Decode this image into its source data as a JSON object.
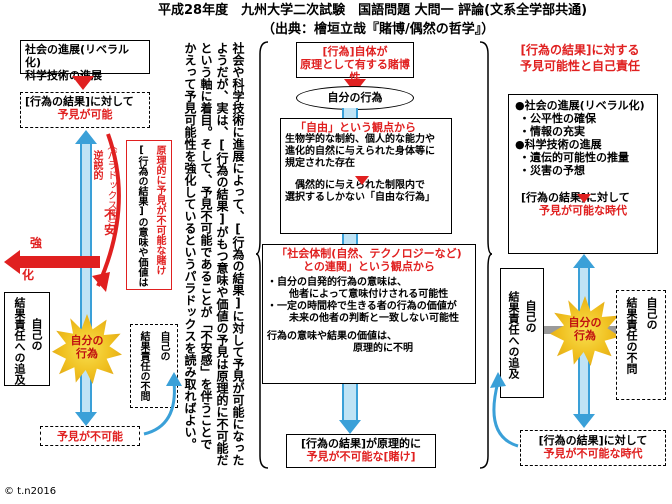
{
  "header": {
    "title": "平成28年度　九州大学二次試験　国語問題 大問一 評論(文系全学部共通)",
    "source": "（出典：檜垣立哉『賭博/偶然の哲学』）"
  },
  "left": {
    "top_box_line1": "社会の進展(リベラル化)",
    "top_box_line2": "科学技術の進展",
    "result_line1": "[行為の結果]に対して",
    "result_line2": "予見が可能",
    "paradox_label": "（パラドックス性）",
    "paradox_prefix": "逆説的",
    "anxiety": "不安",
    "strengthen_1": "強",
    "strengthen_2": "化",
    "side_box_line1": "[行為の結果]の意味や価値は",
    "side_box_line2": "原理的に予見が不可能な賭け",
    "pursuit": "結果責任への追及",
    "self_pursuit": "自己の",
    "center_label": "自分の行為",
    "self_responsibility_1": "自己の",
    "self_responsibility_2": "結果責任の不問",
    "bottom_box": "予見が不可能"
  },
  "center_text": {
    "col1": "社会や科学技術に進展によって、[行為の結果]に対して予見が可能になった",
    "col2": "ようだが、実は、[行為の結果]がもつ意味や価値の予見は原理的に不可能だ",
    "col3": "という軸に着目。そして、予見不可能であることが「不安感」を伴うことで",
    "col4": "かえって予見可能性を強化しているというパラドックスを読み取ればよい。"
  },
  "middle": {
    "top_title_1": "[行為]自体が",
    "top_title_2": "原理として有する賭博性",
    "oval": "自分の行為",
    "freedom_title": "「自由」という観点から",
    "freedom_1": "生物学的な制約、個人的な能力や",
    "freedom_2": "進化的自然に与えられた身体等に",
    "freedom_3": "規定された存在",
    "freedom_4": "偶然的に与えられた制限内で",
    "freedom_5": "選択するしかない「自由な行為」",
    "society_title_1": "「社会体制(自然、テクノロジーなど)",
    "society_title_2": "との連関」という観点から",
    "society_1": "・自分の自発的行為の意味は、",
    "society_2": "他者によって意味付けされる可能性",
    "society_3": "・一定の時間枠で生きる者の行為の価値が",
    "society_4": "未来の他者の判断と一致しない可能性",
    "society_5": "行為の意味や結果の価値は、",
    "society_6": "原理的に不明",
    "bottom_1": "[行為の結果]が原理的に",
    "bottom_2": "予見が不可能な[賭け]"
  },
  "right": {
    "top_1": "[行為の結果]に対する",
    "top_2": "予見可能性と自己責任",
    "list_1": "●社会の進展(リベラル化)",
    "list_2": "・公平性の確保",
    "list_3": "・情報の充実",
    "list_4": "●科学技術の進展",
    "list_5": "・遺伝的可能性の推量",
    "list_6": "・災害の予想",
    "list_7": "[行為の結果]に対して",
    "list_8": "予見が可能な時代",
    "pursuit": "結果責任への追及",
    "self_1": "自己の",
    "center_label": "自分の行為",
    "self_2": "自己の",
    "self_3": "結果責任の不問",
    "bottom_1": "[行為の結果]に対して",
    "bottom_2": "予見が不可能な時代"
  },
  "footer": {
    "copyright": "© t.n2016"
  },
  "colors": {
    "accent_red": "#e02020",
    "arrow_blue": "#3aa0d8",
    "burst_gold": "#f0c020"
  }
}
